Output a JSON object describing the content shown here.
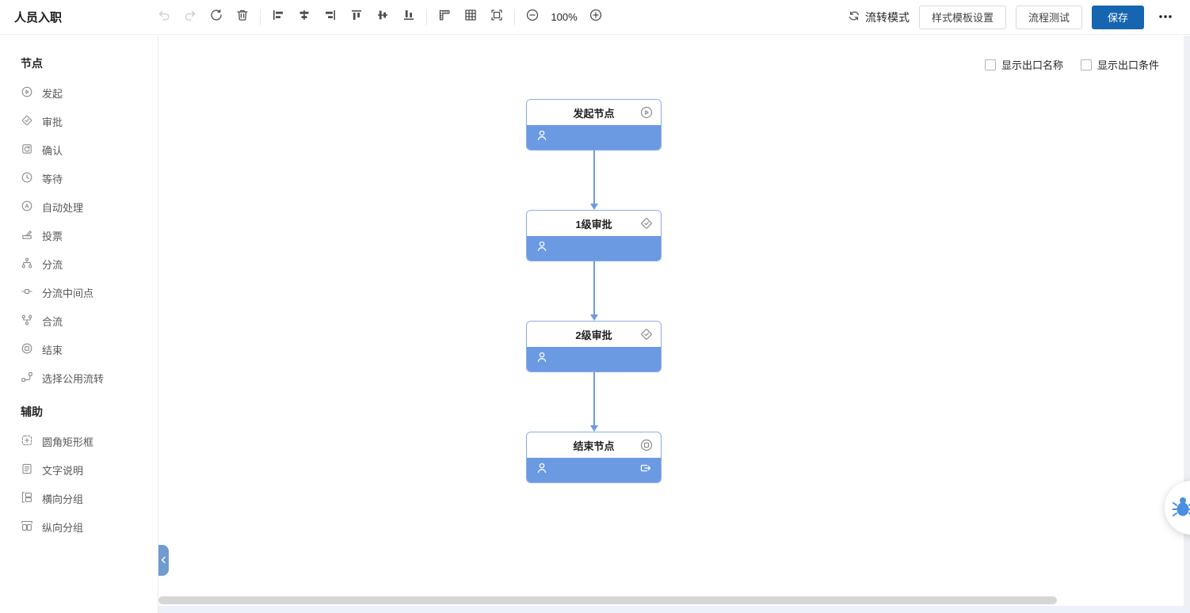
{
  "app": {
    "title": "人员入职"
  },
  "toolbar": {
    "zoom_level": "100%",
    "mode_label": "流转模式",
    "style_template_button": "样式模板设置",
    "flow_test_button": "流程测试",
    "save_button": "保存",
    "icons": [
      "undo-icon",
      "redo-icon",
      "refresh-icon",
      "delete-icon",
      "align-left-icon",
      "align-center-horizontal-icon",
      "align-right-icon",
      "align-top-icon",
      "align-middle-vertical-icon",
      "align-bottom-icon",
      "ruler-icon",
      "grid-icon",
      "fit-view-icon",
      "zoom-out-icon",
      "zoom-in-icon",
      "more-icon"
    ]
  },
  "sidebar": {
    "sections": [
      {
        "title": "节点",
        "items": [
          {
            "label": "发起",
            "icon": "start-icon"
          },
          {
            "label": "审批",
            "icon": "approval-icon"
          },
          {
            "label": "确认",
            "icon": "confirm-icon"
          },
          {
            "label": "等待",
            "icon": "wait-icon"
          },
          {
            "label": "自动处理",
            "icon": "auto-process-icon"
          },
          {
            "label": "投票",
            "icon": "vote-icon"
          },
          {
            "label": "分流",
            "icon": "split-icon"
          },
          {
            "label": "分流中间点",
            "icon": "split-midpoint-icon"
          },
          {
            "label": "合流",
            "icon": "merge-icon"
          },
          {
            "label": "结束",
            "icon": "end-icon"
          },
          {
            "label": "选择公用流转",
            "icon": "common-flow-icon"
          }
        ]
      },
      {
        "title": "辅助",
        "items": [
          {
            "label": "圆角矩形框",
            "icon": "rounded-rect-icon"
          },
          {
            "label": "文字说明",
            "icon": "text-note-icon"
          },
          {
            "label": "横向分组",
            "icon": "horizontal-group-icon"
          },
          {
            "label": "纵向分组",
            "icon": "vertical-group-icon"
          }
        ]
      }
    ]
  },
  "canvas": {
    "options": [
      {
        "label": "显示出口名称",
        "checked": false
      },
      {
        "label": "显示出口条件",
        "checked": false
      }
    ],
    "nodes": [
      {
        "title": "发起节点",
        "type": "start"
      },
      {
        "title": "1级审批",
        "type": "approval"
      },
      {
        "title": "2级审批",
        "type": "approval"
      },
      {
        "title": "结束节点",
        "type": "end"
      }
    ]
  },
  "colors": {
    "primary_button": "#1565b0",
    "node_fill": "#6b9ae3",
    "node_border": "#8aace8",
    "arrow": "#6d9ae2",
    "collapse_handle": "#6f9bd1",
    "float_icon": "#4a8fe2"
  }
}
